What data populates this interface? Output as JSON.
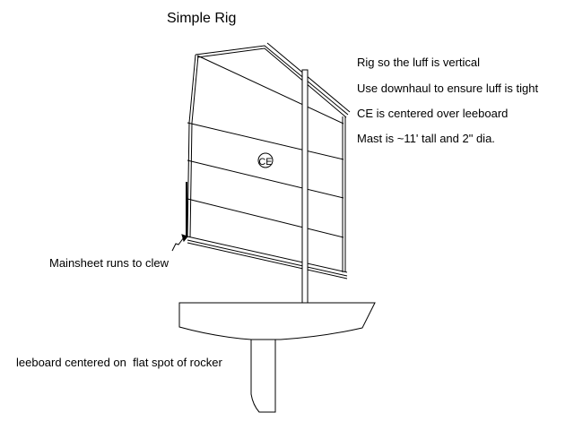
{
  "title": "Simple Rig",
  "notes": [
    "Rig so the luff is vertical",
    "Use downhaul to ensure luff is tight",
    "CE is centered over leeboard",
    "Mast is ~11' tall and 2\" dia."
  ],
  "labels": {
    "mainsheet": "Mainsheet runs to clew",
    "leeboard": "leeboard centered on  flat spot of rocker",
    "ce": "CE"
  }
}
